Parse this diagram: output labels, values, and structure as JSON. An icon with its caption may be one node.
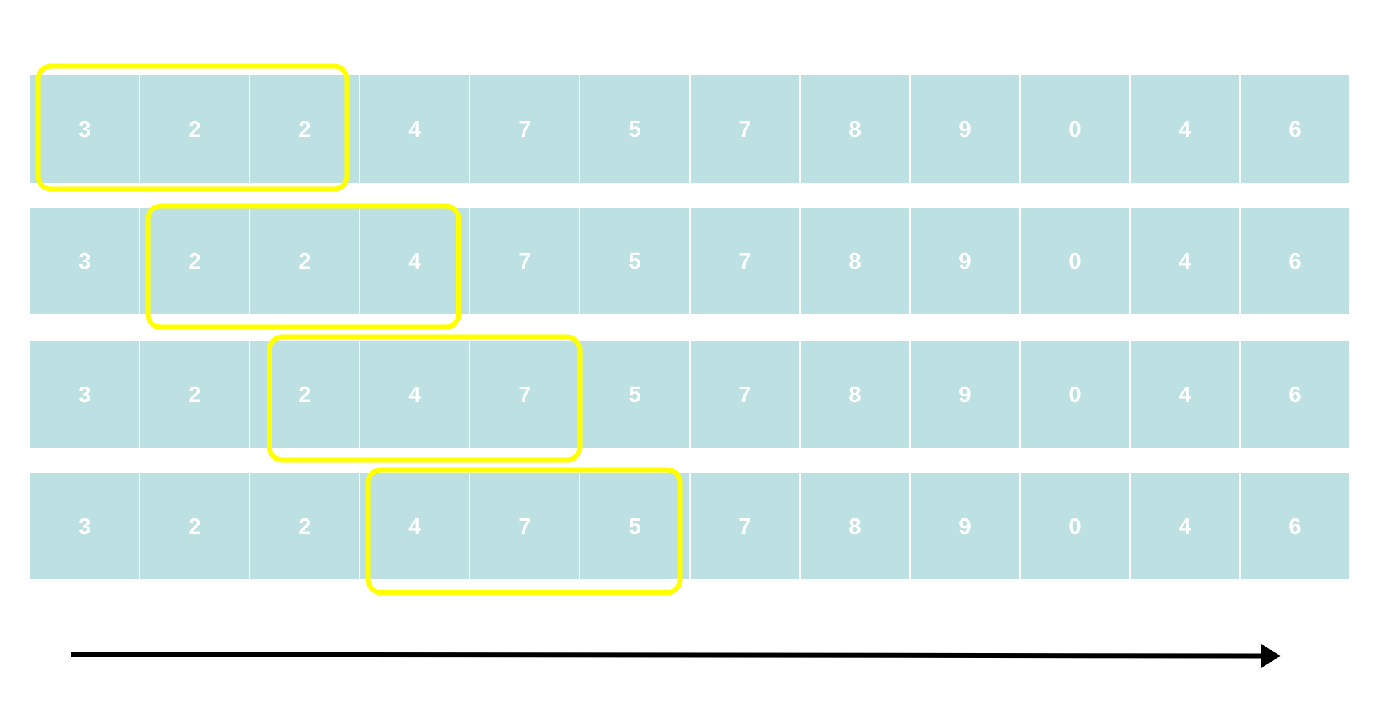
{
  "diagram": {
    "labels": [
      "3",
      "2",
      "2",
      "4",
      "7",
      "5",
      "7",
      "8",
      "9",
      "0",
      "4",
      "6",
      "3",
      "2",
      "2",
      "4",
      "7",
      "5",
      "7",
      "8",
      "9",
      "0",
      "4",
      "6",
      "3",
      "2",
      "2",
      "4",
      "7",
      "5",
      "7",
      "8",
      "9",
      "0",
      "4",
      "6",
      "3",
      "2",
      "2",
      "4",
      "7",
      "5",
      "7",
      "8",
      "9",
      "0",
      "4",
      "6"
    ]
  }
}
